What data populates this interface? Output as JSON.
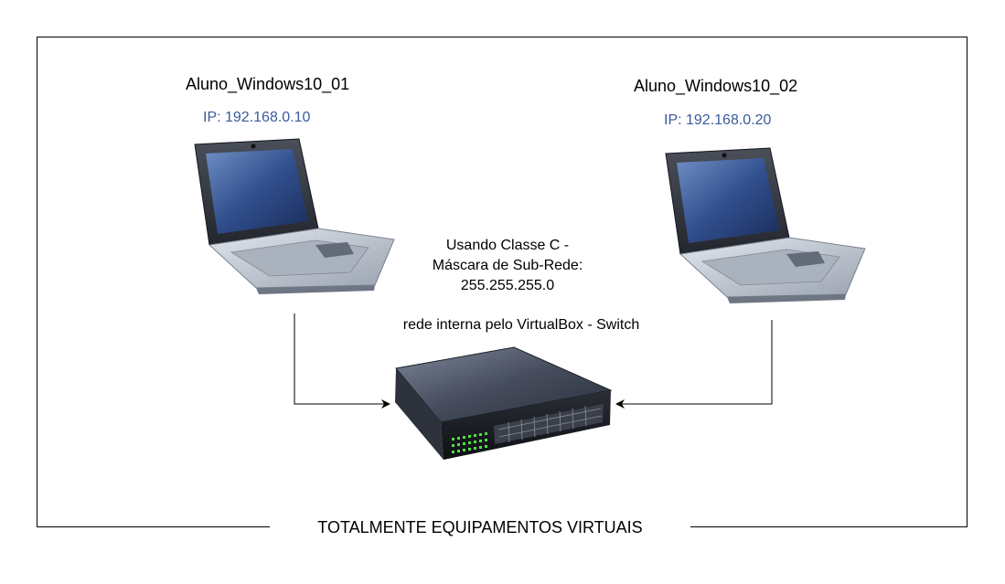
{
  "hosts": [
    {
      "name": "Aluno_Windows10_01",
      "ip": "IP: 192.168.0.10"
    },
    {
      "name": "Aluno_Windows10_02",
      "ip": "IP: 192.168.0.20"
    }
  ],
  "notes": {
    "class_line1": "Usando Classe C -",
    "class_line2": "Máscara de Sub-Rede:",
    "class_line3": "255.255.255.0",
    "network": "rede interna pelo VirtualBox - Switch"
  },
  "frame_caption": "TOTALMENTE EQUIPAMENTOS VIRTUAIS",
  "icons": {
    "laptop": "laptop-icon",
    "switch": "network-switch-icon"
  },
  "colors": {
    "ip_text": "#3a5a9c",
    "switch_led": "#4ee040"
  }
}
